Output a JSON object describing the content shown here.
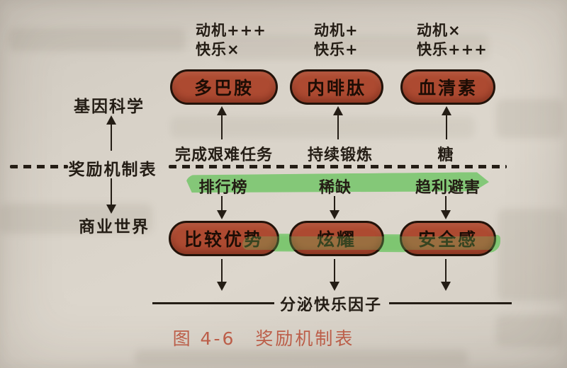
{
  "figure": {
    "caption": "图 4-6　奖励机制表",
    "axis": {
      "top": "基因科学",
      "center": "奖励机制表",
      "bottom": "商业世界"
    },
    "baseline_label": "分泌快乐因子",
    "columns": [
      {
        "effect_motivation": "动机+++",
        "effect_happiness": "快乐×",
        "hormone": "多巴胺",
        "genetic_trigger": "完成艰难任务",
        "business_trigger": "排行榜",
        "business_outcome": "比较优势"
      },
      {
        "effect_motivation": "动机+",
        "effect_happiness": "快乐+",
        "hormone": "内啡肽",
        "genetic_trigger": "持续锻炼",
        "business_trigger": "稀缺",
        "business_outcome": "炫耀"
      },
      {
        "effect_motivation": "动机×",
        "effect_happiness": "快乐+++",
        "hormone": "血清素",
        "genetic_trigger": "糖",
        "business_trigger": "趋利避害",
        "business_outcome": "安全感"
      }
    ],
    "colors": {
      "paper": "#d7d1c7",
      "ink": "#241d15",
      "pill_fill": "#ad4a31",
      "pill_border": "#22130a",
      "highlight_green": "#70c465",
      "caption_red": "#c0604b"
    }
  }
}
